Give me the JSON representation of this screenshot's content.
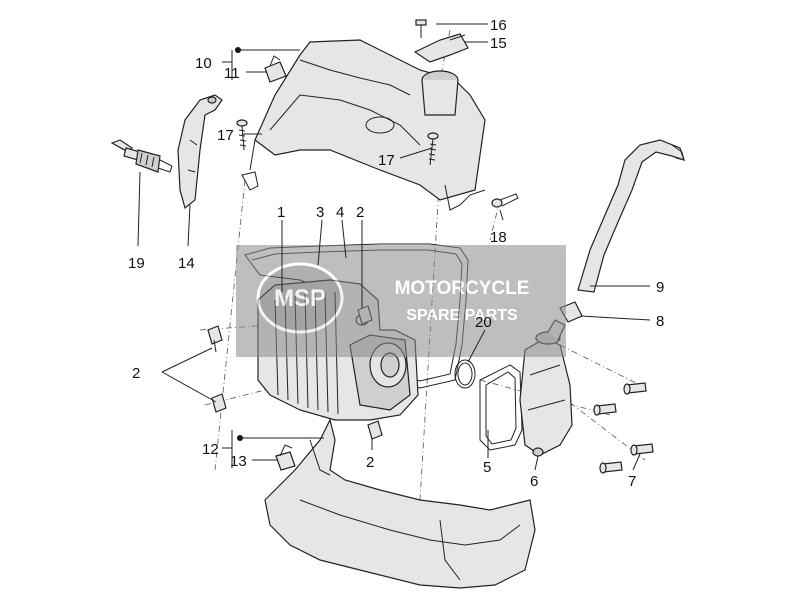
{
  "callouts": {
    "c1": "1",
    "c2a": "2",
    "c2b": "2",
    "c2c": "2",
    "c3": "3",
    "c4": "4",
    "c5": "5",
    "c6": "6",
    "c7": "7",
    "c8": "8",
    "c9": "9",
    "c10": "10",
    "c11": "11",
    "c12": "12",
    "c13": "13",
    "c14": "14",
    "c15": "15",
    "c16": "16",
    "c17a": "17",
    "c17b": "17",
    "c18": "18",
    "c19": "19",
    "c20": "20"
  },
  "watermark": {
    "line1": "MOTORCYCLE",
    "line2": "SPARE PARTS",
    "badge": "MSP",
    "color": "#8a8a8a"
  }
}
